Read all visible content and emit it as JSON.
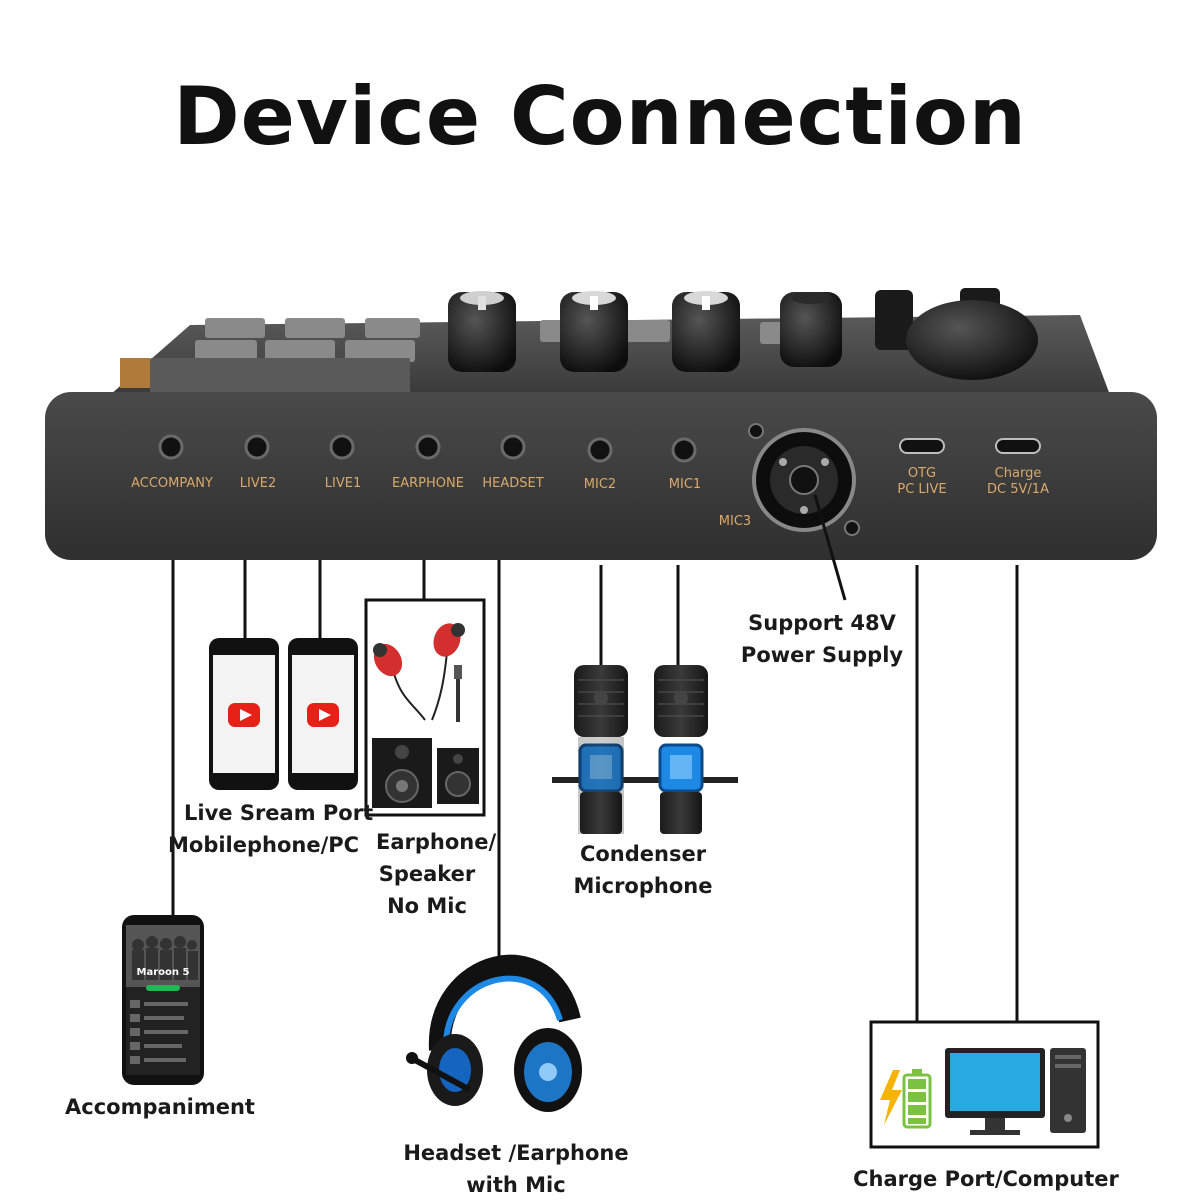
{
  "title": "Device Connection",
  "ports": {
    "accompany": "ACCOMPANY",
    "live2": "LIVE2",
    "live1": "LIVE1",
    "earphone": "EARPHONE",
    "headset": "HEADSET",
    "mic2": "MIC2",
    "mic1": "MIC1",
    "mic3": "MIC3",
    "otg_line1": "OTG",
    "otg_line2": "PC LIVE",
    "charge_line1": "Charge",
    "charge_line2": "DC 5V/1A"
  },
  "captions": {
    "support_line1": "Support 48V",
    "support_line2": "Power Supply",
    "live_line1": "Live Sream Port",
    "live_line2": "Mobilephone/PC",
    "earphone_line1": "Earphone/",
    "earphone_line2": "Speaker",
    "earphone_line3": "No Mic",
    "condenser_line1": "Condenser",
    "condenser_line2": "Microphone",
    "accompaniment": "Accompaniment",
    "headset_line1": "Headset /Earphone",
    "headset_line2": "with Mic",
    "charge": "Charge Port/Computer"
  },
  "phone_screen": {
    "band": "Maroon 5"
  },
  "colors": {
    "device_body": "#3d3d3d",
    "port_label": "#d9a96a",
    "youtube_red": "#e62117",
    "mic_blue": "#1e88e5",
    "battery_green": "#7cc242",
    "bolt_yellow": "#f5b400",
    "monitor_blue": "#29a9e1"
  },
  "icons": [
    "youtube-icon",
    "battery-icon",
    "lightning-icon",
    "monitor-icon"
  ]
}
